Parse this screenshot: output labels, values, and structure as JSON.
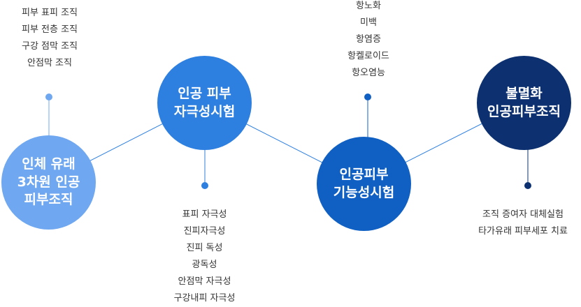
{
  "nodes": [
    {
      "lines": [
        "인체 유래",
        "3차원 인공",
        "피부조직"
      ],
      "color": "#6fa8f0"
    },
    {
      "lines": [
        "인공 피부",
        "자극성시험"
      ],
      "color": "#2d7fe0"
    },
    {
      "lines": [
        "인공피부",
        "기능성시험"
      ],
      "color": "#1060c4"
    },
    {
      "lines": [
        "불멸화",
        "인공피부조직"
      ],
      "color": "#0d3170"
    }
  ],
  "details": [
    {
      "items": [
        "피부 표피 조직",
        "피부 전층 조직",
        "구강 점막 조직",
        "안점막 조직"
      ],
      "dot_color": "#6fa8f0"
    },
    {
      "items": [
        "표피 자극성",
        "진피자극성",
        "진피 독성",
        "광독성",
        "안점막 자극성",
        "구강내피 자극성"
      ],
      "dot_color": "#2d7fe0"
    },
    {
      "items": [
        "항노화",
        "미백",
        "항염증",
        "항켈로이드",
        "항오염능"
      ],
      "dot_color": "#1060c4"
    },
    {
      "items": [
        "조직 증여자 대체실험",
        "타가유래 피부세포 치료"
      ],
      "dot_color": "#0d3170"
    }
  ],
  "connector_color": "#2d7fe0"
}
